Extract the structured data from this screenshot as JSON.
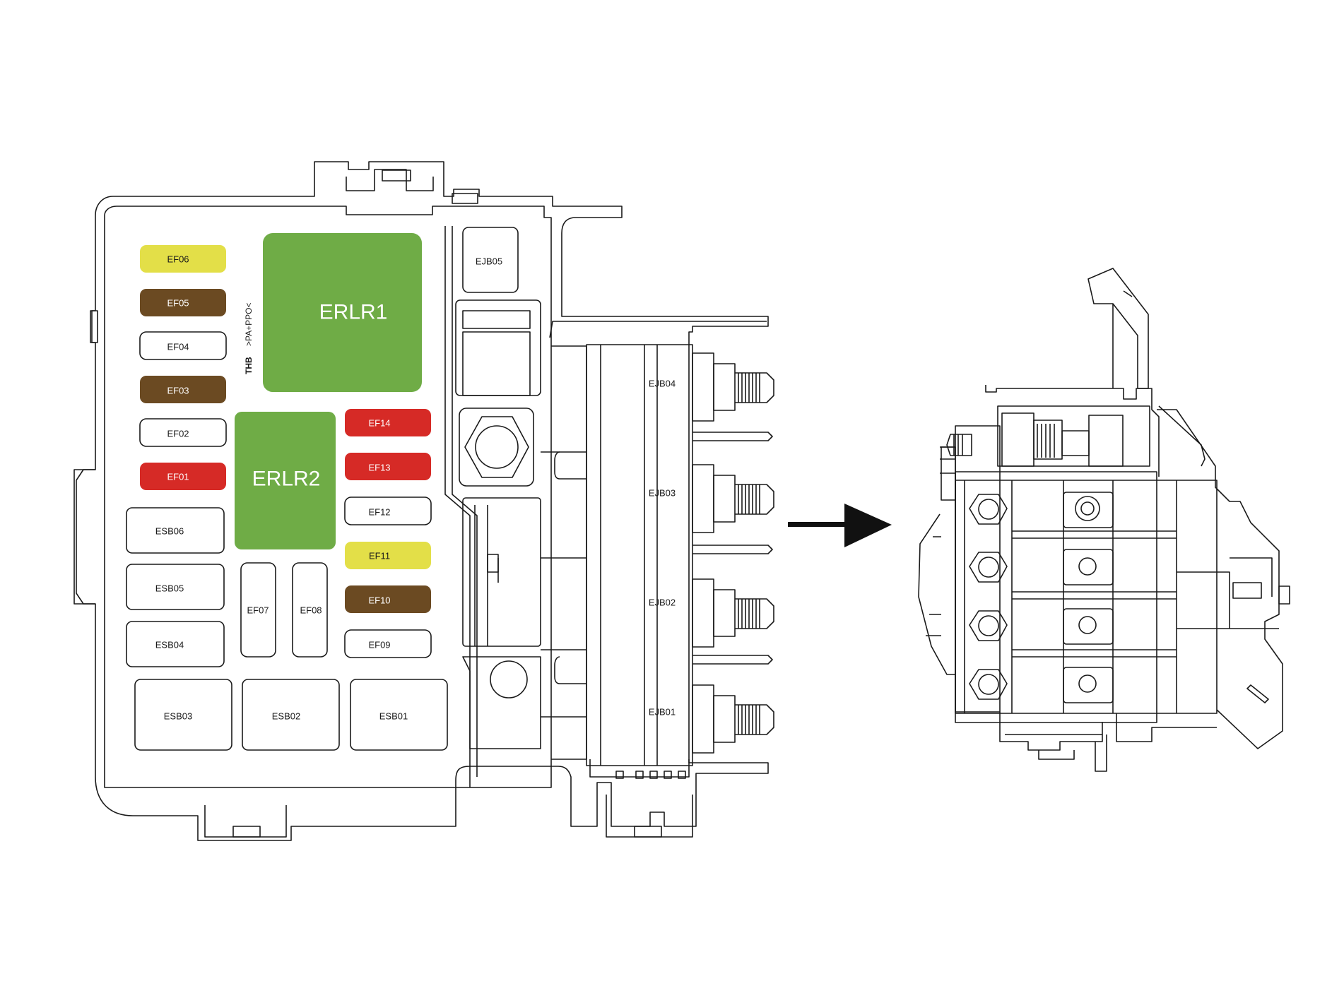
{
  "colors": {
    "yellow": "#e3df48",
    "brown": "#6b4a22",
    "red": "#d62a26",
    "green": "#6fac46",
    "white": "#ffffff",
    "outline": "#1a1a1a"
  },
  "relays": [
    {
      "label": "ERLR1",
      "color": "green"
    },
    {
      "label": "ERLR2",
      "color": "green"
    }
  ],
  "fuses": {
    "EF06": {
      "label": "EF06",
      "color": "yellow"
    },
    "EF05": {
      "label": "EF05",
      "color": "brown"
    },
    "EF04": {
      "label": "EF04",
      "color": "white"
    },
    "EF03": {
      "label": "EF03",
      "color": "brown"
    },
    "EF02": {
      "label": "EF02",
      "color": "white"
    },
    "EF01": {
      "label": "EF01",
      "color": "red"
    },
    "EF14": {
      "label": "EF14",
      "color": "red"
    },
    "EF13": {
      "label": "EF13",
      "color": "red"
    },
    "EF12": {
      "label": "EF12",
      "color": "white"
    },
    "EF11": {
      "label": "EF11",
      "color": "yellow"
    },
    "EF10": {
      "label": "EF10",
      "color": "brown"
    },
    "EF09": {
      "label": "EF09",
      "color": "white"
    },
    "EF07": {
      "label": "EF07",
      "color": "white"
    },
    "EF08": {
      "label": "EF08",
      "color": "white"
    }
  },
  "slow_blow_fuses": [
    "ESB06",
    "ESB05",
    "ESB04",
    "ESB03",
    "ESB02",
    "ESB01"
  ],
  "junction_blocks": [
    "EJB05",
    "EJB04",
    "EJB03",
    "EJB02",
    "EJB01"
  ],
  "material_marking": ">PA+PPO<",
  "maker_marking": "THB",
  "icons": {
    "arrow": "arrow-right-icon"
  }
}
